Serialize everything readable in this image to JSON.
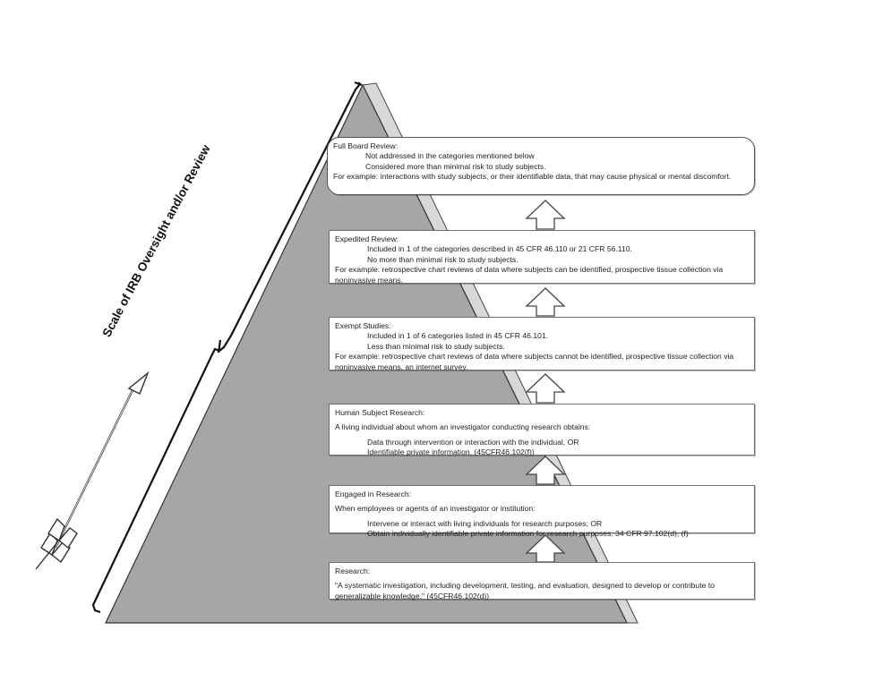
{
  "scale_label": "Scale of IRB Oversight and/or Review",
  "colors": {
    "pyramid_face": "#a6a6a6",
    "pyramid_side": "#d8d8d8",
    "outline": "#333333",
    "box_border": "#6f6f6f"
  },
  "levels": [
    {
      "title": "Full Board Review:",
      "criteria": [
        "Not addressed in the categories mentioned below",
        "Considered more than minimal risk to study subjects."
      ],
      "example": "For example: interactions with study subjects, or their identifiable data, that may cause physical or mental discomfort."
    },
    {
      "title": "Expedited Review:",
      "criteria": [
        "Included in 1 of the categories described in 45 CFR 46.110 or 21 CFR 56.110.",
        "No more than minimal risk to study subjects."
      ],
      "example": "For example: retrospective chart reviews of data where subjects can be identified, prospective tissue collection via noninvasive means."
    },
    {
      "title": "Exempt Studies:",
      "criteria": [
        "Included in 1 of 6 categories listed in 45 CFR 46.101.",
        "Less than minimal risk to study subjects."
      ],
      "example": "For example: retrospective chart reviews of data where subjects cannot be identified, prospective tissue collection via noninvasive means, an internet survey."
    },
    {
      "title": "Human Subject Research:",
      "intro": "A living individual about whom an investigator conducting research obtains:",
      "criteria": [
        "Data through intervention or interaction with the individual, OR",
        "Identifiable private information. (45CFR46.102(f))"
      ]
    },
    {
      "title": "Engaged in Research:",
      "intro": "When employees or agents of an investigator or institution:",
      "criteria": [
        "Intervene or interact with living individuals for research purposes; OR",
        "Obtain individually identifiable private information for research purposes. 34 CFR 97.102(d), (f)"
      ]
    },
    {
      "title": "Research:",
      "intro": "\"A systematic investigation, including development, testing, and evaluation, designed to develop or contribute to generalizable knowledge.\"  (45CFR46.102(d))"
    }
  ]
}
